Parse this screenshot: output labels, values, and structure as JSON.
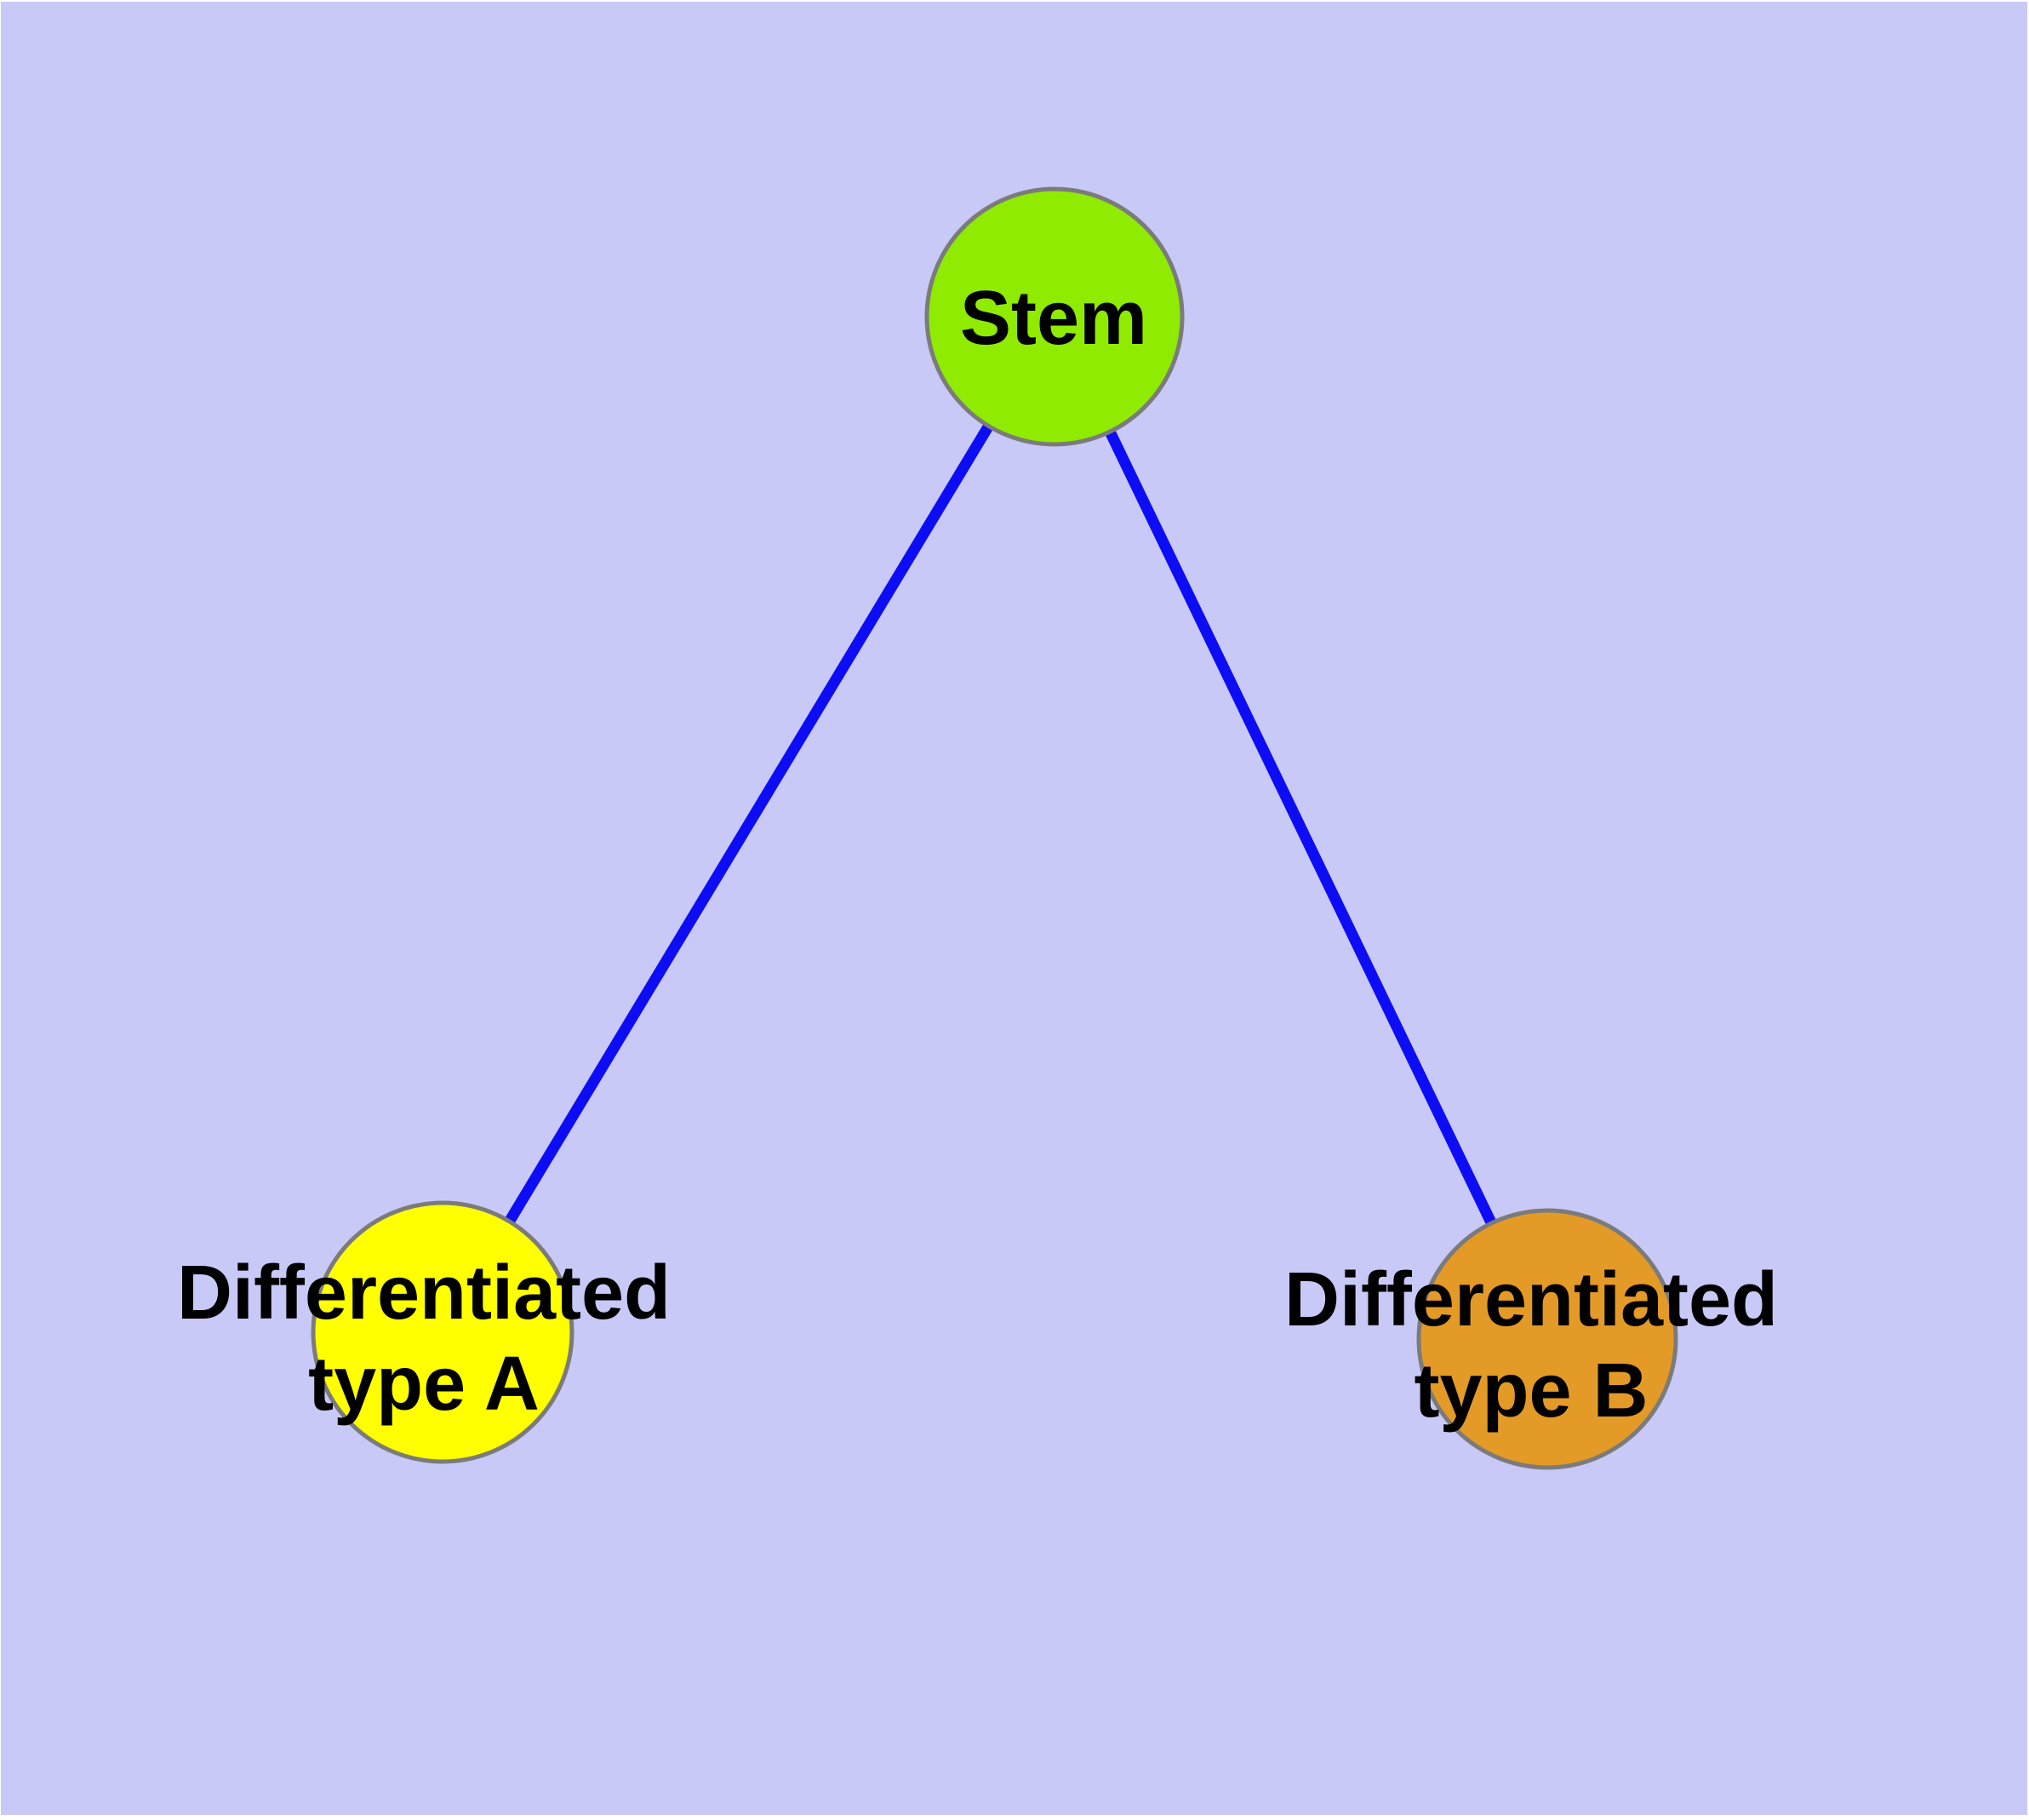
{
  "figure": {
    "kind": "node-link-diagram",
    "background_color": "#C9C9F7",
    "page_color": "#FFFFFF",
    "edge_color": "#0D0DF5",
    "node_border_color": "#7B7B7B",
    "nodes": [
      {
        "id": "stem",
        "label": "Stem",
        "lines": [
          "Stem"
        ],
        "fill": "#8FEB00"
      },
      {
        "id": "differentiated-type-a",
        "label": "Differentiated type A",
        "lines": [
          "Differentiated",
          "type A"
        ],
        "fill": "#FFFF00"
      },
      {
        "id": "differentiated-type-b",
        "label": "Differentiated type B",
        "lines": [
          "Differentiated",
          "type B"
        ],
        "fill": "#E49A26"
      }
    ],
    "edges": [
      {
        "from": "Stem",
        "to": "Differentiated type A"
      },
      {
        "from": "Stem",
        "to": "Differentiated type B"
      }
    ]
  }
}
